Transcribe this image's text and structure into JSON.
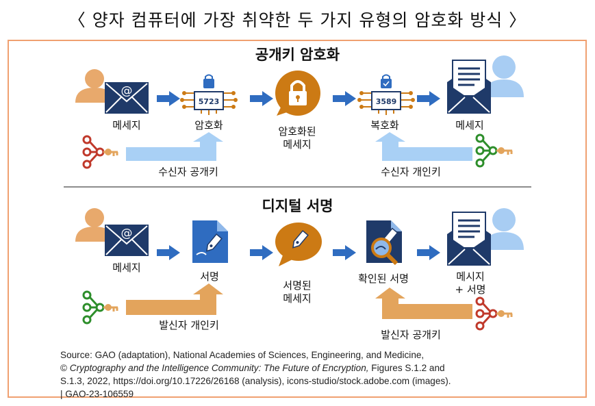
{
  "title": "〈 양자 컴퓨터에 가장 취약한 두 가지 유형의 암호화 방식 〉",
  "colors": {
    "frame": "#f0a070",
    "person": "#e8a96c",
    "person_light": "#a8cdf3",
    "navy": "#1f3a69",
    "arrow": "#2f6cc0",
    "tan": "#e3a45c",
    "orange": "#cc7a14",
    "red_key": "#c0392b",
    "green_key": "#2d8e2b",
    "light_arrow": "#a9d0f5"
  },
  "public_key": {
    "section_title": "공개키 암호화",
    "steps": {
      "message": "메세지",
      "encrypt": "암호화",
      "encrypt_code": "5723",
      "encrypted_message": "암호화된\n메세지",
      "decrypt": "복호화",
      "decrypt_code": "3589",
      "message_out": "메세지"
    },
    "key_left": "수신자 공개키",
    "key_right": "수신자 개인키"
  },
  "signature": {
    "section_title": "디지털 서명",
    "steps": {
      "message": "메세지",
      "sign": "서명",
      "signed_message": "서명된\n메세지",
      "verified": "확인된 서명",
      "message_out": "메시지\n+ 서명"
    },
    "key_left": "발신자 개인키",
    "key_right": "발신자 공개키"
  },
  "source": {
    "line1": "Source: GAO (adaptation), National Academies of Sciences, Engineering, and Medicine,",
    "line2_prefix": "© ",
    "line2_italic": "Cryptography and the Intelligence Community: The Future of Encryption,",
    "line2_suffix": " Figures S.1.2 and",
    "line3": "S.1.3, 2022, https://doi.org/10.17226/26168 (analysis), icons-studio/stock.adobe.com (images).",
    "line4": "| GAO-23-106559"
  }
}
